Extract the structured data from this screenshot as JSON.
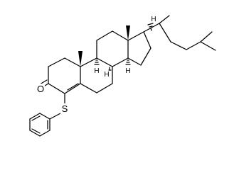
{
  "molecule": {
    "atom_labels": {
      "oxygen": "O",
      "sulfur": "S",
      "h_c8": "H",
      "h_c9": "H",
      "h_c14": "H",
      "h_c20": "H"
    }
  },
  "colors": {
    "bond": "#000000",
    "background": "#ffffff"
  }
}
